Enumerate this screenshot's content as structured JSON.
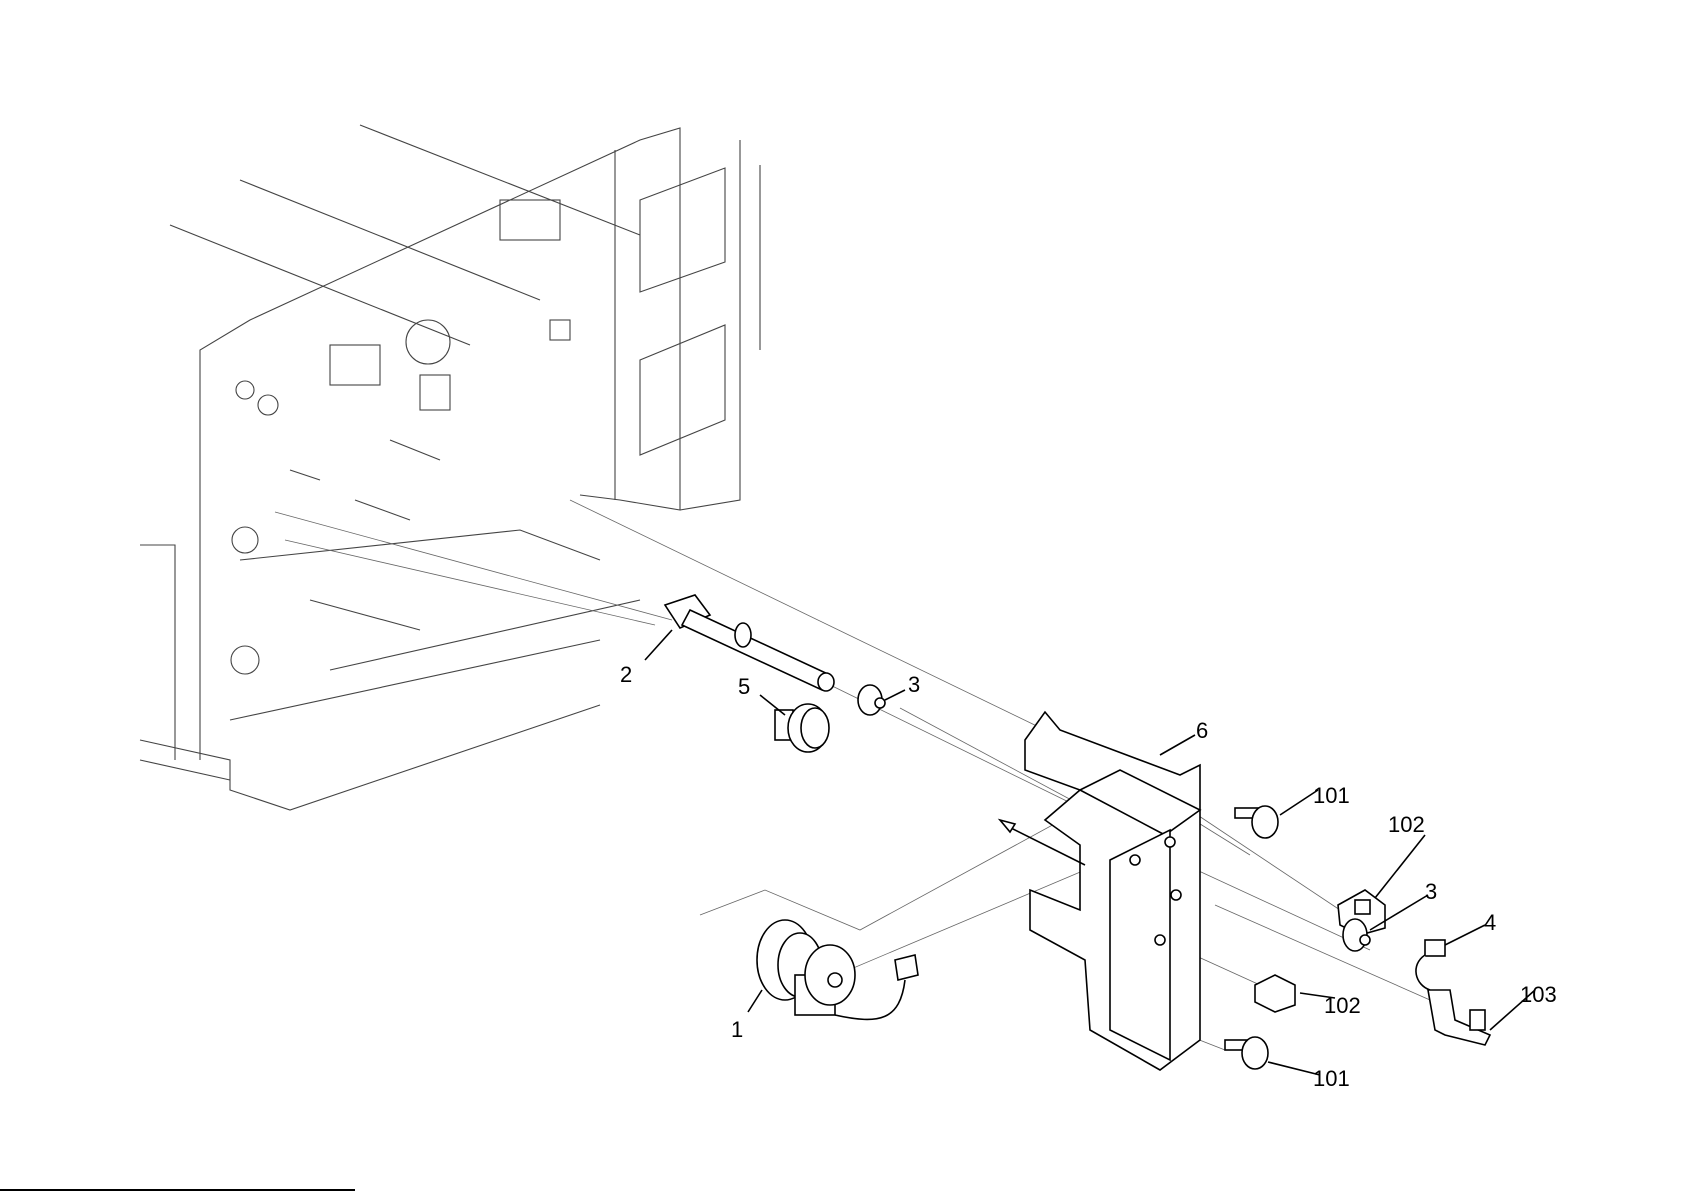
{
  "diagram": {
    "type": "exploded-parts-view",
    "callouts": [
      {
        "id": "c2",
        "label": "2"
      },
      {
        "id": "c3a",
        "label": "3"
      },
      {
        "id": "c5",
        "label": "5"
      },
      {
        "id": "c6",
        "label": "6"
      },
      {
        "id": "c101a",
        "label": "101"
      },
      {
        "id": "c102a",
        "label": "102"
      },
      {
        "id": "c3b",
        "label": "3"
      },
      {
        "id": "c4",
        "label": "4"
      },
      {
        "id": "c103",
        "label": "103"
      },
      {
        "id": "c102b",
        "label": "102"
      },
      {
        "id": "c1",
        "label": "1"
      },
      {
        "id": "c101b",
        "label": "101"
      }
    ]
  }
}
